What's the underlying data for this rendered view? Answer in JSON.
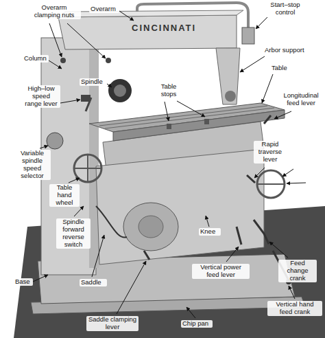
{
  "diagram": {
    "labels": [
      "Overarm clamping nuts",
      "CINCINNATI",
      "Overarm",
      "Start–stop control",
      "Column",
      "Arbor support",
      "Table",
      "Spindle",
      "Table stops",
      "High–low speed range lever",
      "Longitudinal feed lever",
      "Variable spindle speed selector",
      "Rapid traverse lever",
      "Table hand wheel",
      "Spindle forward reverse switch",
      "Knee",
      "Base",
      "Saddle",
      "Vertical power feed lever",
      "Feed change crank",
      "Vertical hand feed crank",
      "Saddle clamping lever",
      "Chip pan"
    ]
  }
}
